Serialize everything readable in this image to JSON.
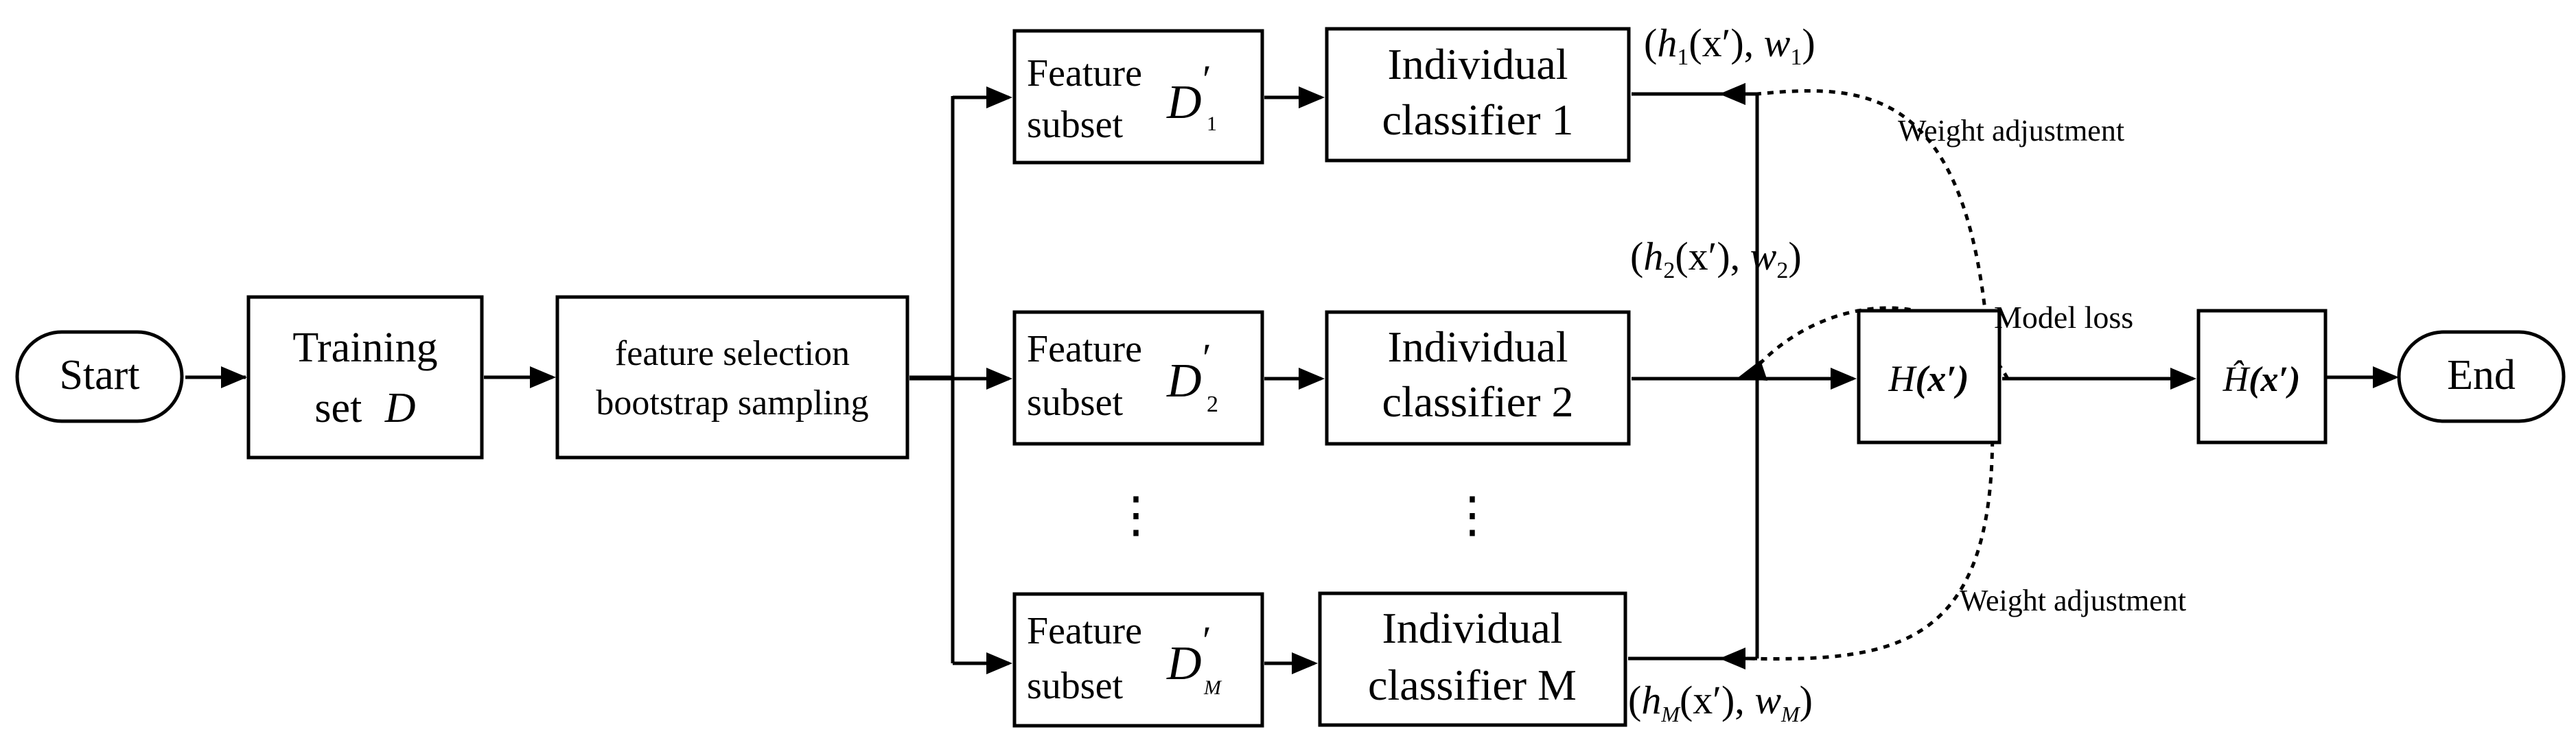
{
  "diagram": {
    "start": "Start",
    "end": "End",
    "training": {
      "line1": "Training",
      "line2": "set",
      "symbol": "D"
    },
    "sampling": {
      "line1": "feature selection",
      "line2": "bootstrap sampling"
    },
    "feature_subsets": [
      {
        "line1": "Feature",
        "line2": "subset",
        "symbol": "D",
        "prime": "′",
        "subscript": "1"
      },
      {
        "line1": "Feature",
        "line2": "subset",
        "symbol": "D",
        "prime": "′",
        "subscript": "2"
      },
      {
        "line1": "Feature",
        "line2": "subset",
        "symbol": "D",
        "prime": "′",
        "subscript": "M"
      }
    ],
    "classifiers": [
      {
        "line1": "Individual",
        "line2": "classifier 1"
      },
      {
        "line1": "Individual",
        "line2": "classifier 2"
      },
      {
        "line1": "Individual",
        "line2": "classifier M"
      }
    ],
    "outputs": [
      {
        "h": "h",
        "sub": "1",
        "mid": "(x′), ",
        "w": "w",
        "wsub": "1"
      },
      {
        "h": "h",
        "sub": "2",
        "mid": "(x′), ",
        "w": "w",
        "wsub": "2"
      },
      {
        "h": "h",
        "sub": "M",
        "mid": "(x′), ",
        "w": "w",
        "wsub": "M"
      }
    ],
    "ensemble": {
      "H": "H",
      "arg": "(x′)"
    },
    "final": {
      "H": "Ĥ",
      "arg": "(x′)"
    },
    "dots": "⋮",
    "labels": {
      "weight_top": "Weight adjustment",
      "weight_bottom": "Weight adjustment",
      "model_loss": "Model loss"
    }
  }
}
